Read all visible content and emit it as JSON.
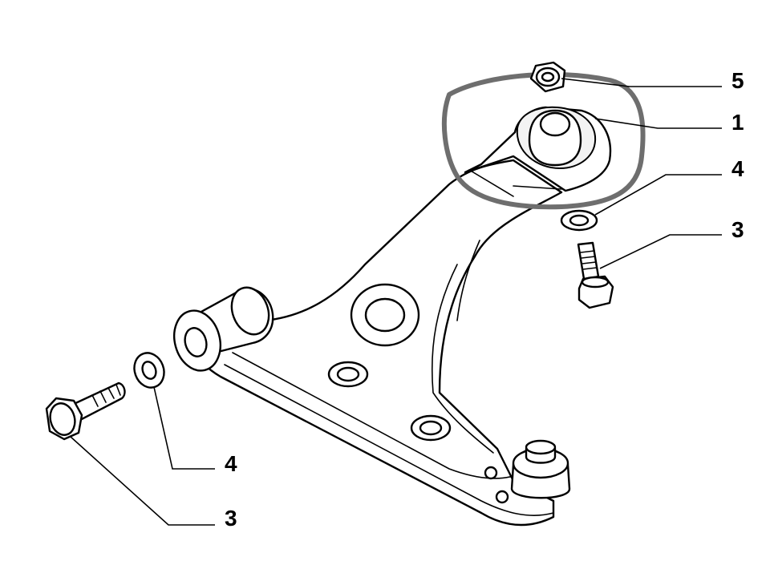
{
  "callouts": {
    "nut_top": "5",
    "bushing_rear": "1",
    "washer_right": "4",
    "bolt_right": "3",
    "washer_left": "4",
    "bolt_left": "3"
  },
  "highlight": {
    "color": "#6e6e6e",
    "target": "bushing_rear"
  },
  "colors": {
    "line": "#000000",
    "background": "#ffffff"
  }
}
